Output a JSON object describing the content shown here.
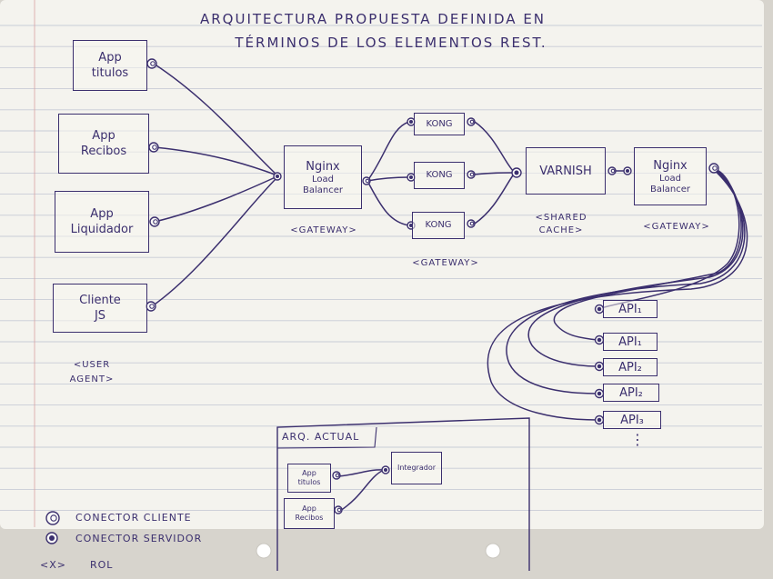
{
  "title": {
    "line1": "ARQUITECTURA PROPUESTA DEFINIDA EN",
    "line2": "TÉRMINOS DE LOS ELEMENTOS REST."
  },
  "clients": {
    "app_titulos": [
      "App",
      "titulos"
    ],
    "app_recibos": [
      "App",
      "Recibos"
    ],
    "app_liquidador": [
      "App",
      "Liquidador"
    ],
    "cliente_js": [
      "Cliente",
      "JS"
    ],
    "role_label": [
      "<USER",
      "AGENT>"
    ]
  },
  "gateway1": {
    "name": "Nginx",
    "sub": [
      "Load",
      "Balancer"
    ],
    "role_label": "<GATEWAY>"
  },
  "kongs": {
    "names": [
      "KONG",
      "KONG",
      "KONG"
    ],
    "role_label": "<GATEWAY>"
  },
  "cache": {
    "name": "VARNISH",
    "role_label": [
      "<SHARED",
      "CACHE>"
    ]
  },
  "gateway2": {
    "name": "Nginx",
    "sub": [
      "Load",
      "Balancer"
    ],
    "role_label": "<GATEWAY>"
  },
  "apis": {
    "names": [
      "API₁",
      "API₁",
      "API₂",
      "API₂",
      "API₃"
    ],
    "more": "⋮"
  },
  "current": {
    "title": "ARQ. ACTUAL",
    "app_titulos": [
      "App",
      "titulos"
    ],
    "app_recibos": [
      "App",
      "Recibos"
    ],
    "integrador": "Integrador"
  },
  "legend": {
    "client": "CONECTOR CLIENTE",
    "server": "CONECTOR SERVIDOR",
    "role_symbol": "<X>",
    "role": "ROL"
  },
  "colors": {
    "ink": "#3b2f6e",
    "paper": "#f4f3ee",
    "rule": "#c8ccd6",
    "margin": "#d9a3a3"
  }
}
